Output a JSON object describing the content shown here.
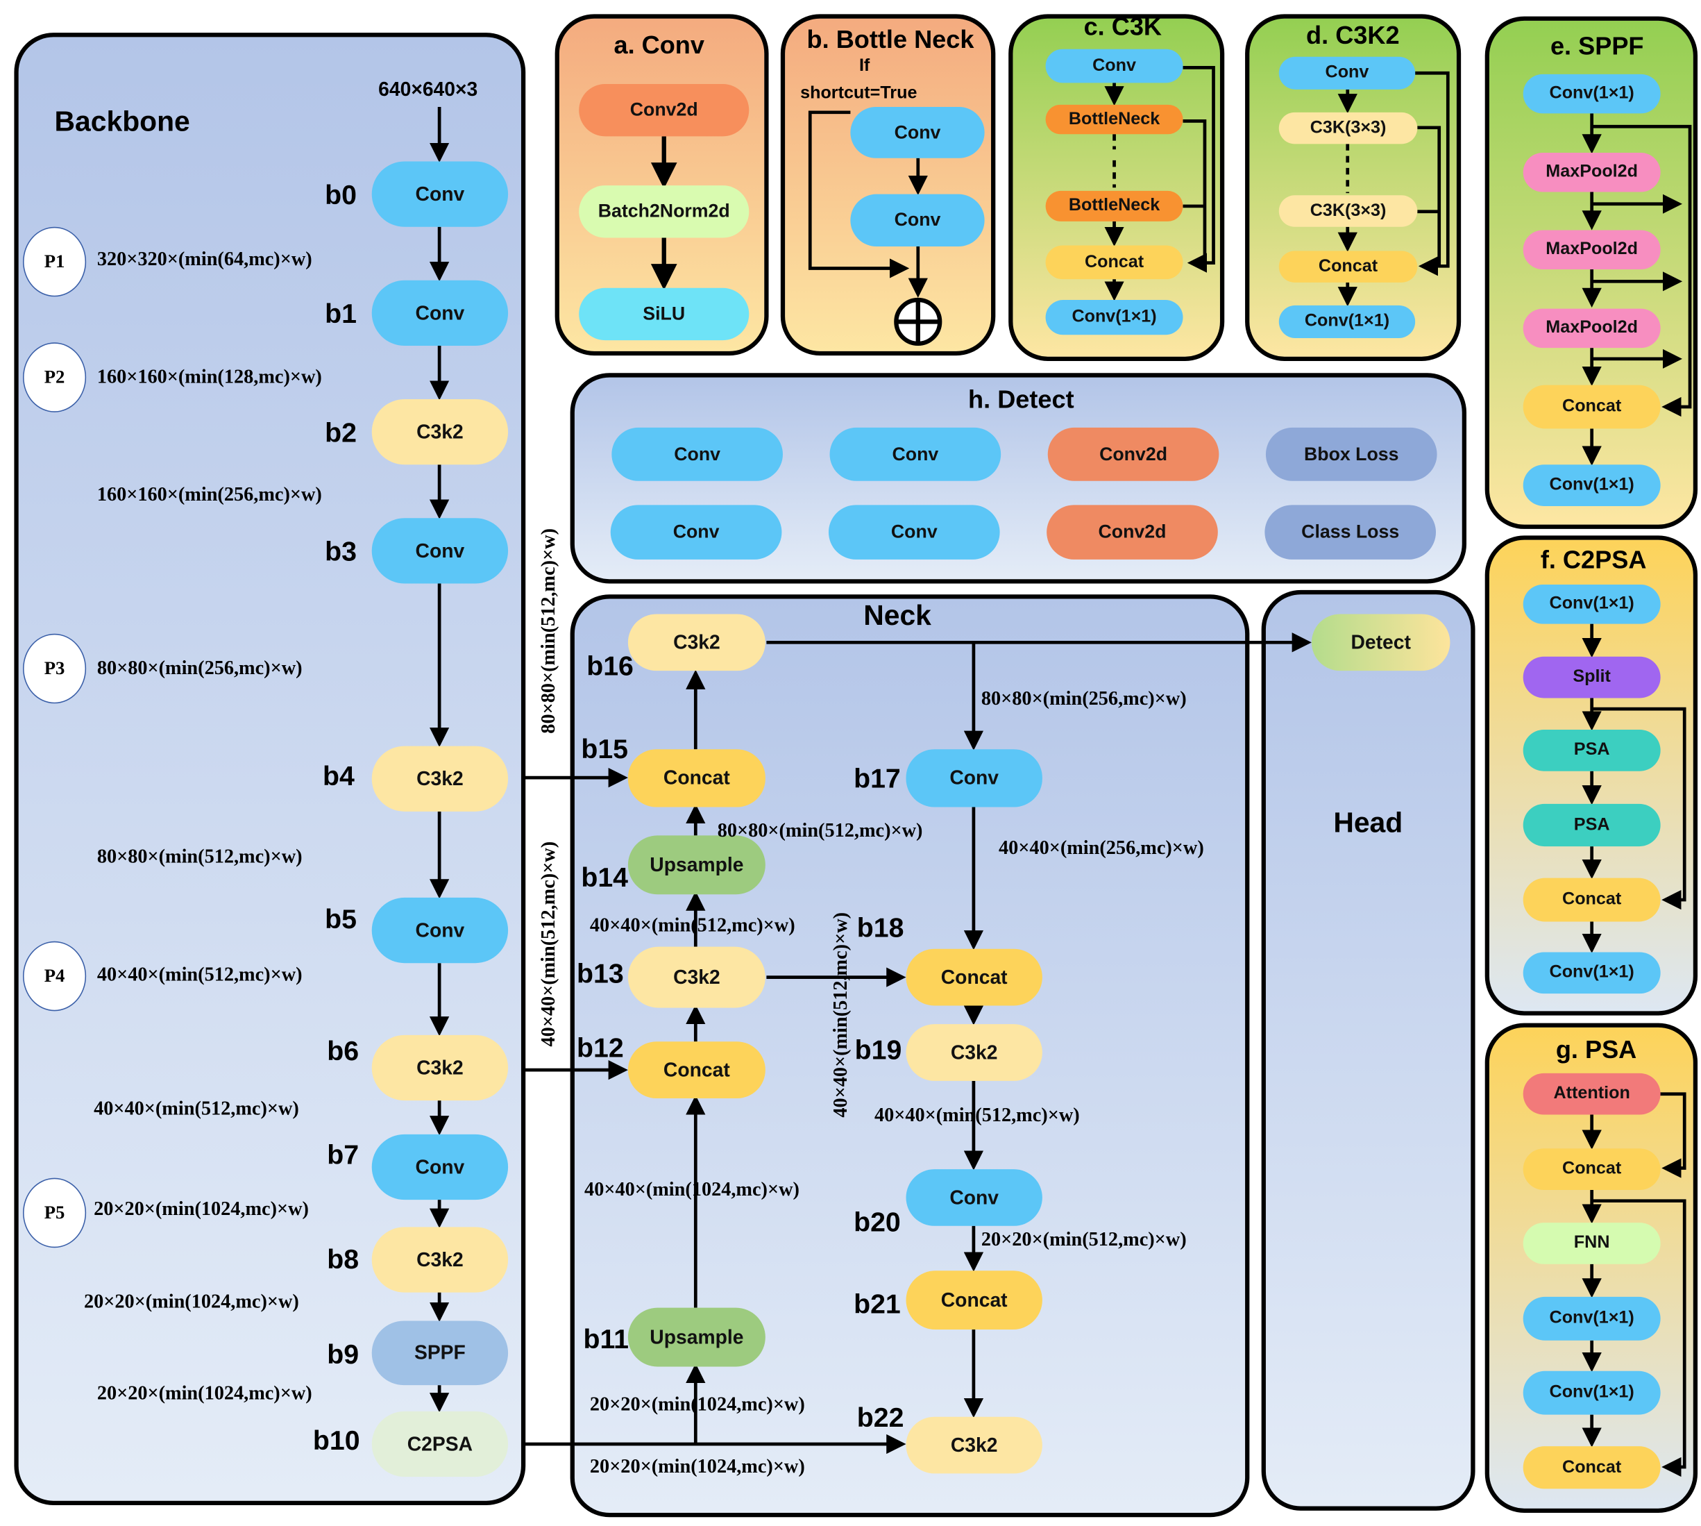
{
  "backbone": {
    "title": "Backbone",
    "input_size": "640×640×3",
    "blocks": [
      {
        "id": "b0",
        "label": "Conv",
        "color": "#5cc6f7"
      },
      {
        "id": "b1",
        "label": "Conv",
        "color": "#5cc6f7"
      },
      {
        "id": "b2",
        "label": "C3k2",
        "color": "#fde6a3"
      },
      {
        "id": "b3",
        "label": "Conv",
        "color": "#5cc6f7"
      },
      {
        "id": "b4",
        "label": "C3k2",
        "color": "#fde6a3"
      },
      {
        "id": "b5",
        "label": "Conv",
        "color": "#5cc6f7"
      },
      {
        "id": "b6",
        "label": "C3k2",
        "color": "#fde6a3"
      },
      {
        "id": "b7",
        "label": "Conv",
        "color": "#5cc6f7"
      },
      {
        "id": "b8",
        "label": "C3k2",
        "color": "#fde6a3"
      },
      {
        "id": "b9",
        "label": "SPPF",
        "color": "#9fc1e6"
      },
      {
        "id": "b10",
        "label": "C2PSA",
        "color": "#e2efd9"
      }
    ],
    "pyramid_levels": [
      "P1",
      "P2",
      "P3",
      "P4",
      "P5"
    ],
    "dims": [
      "320×320×(min(64,mc)×w)",
      "160×160×(min(128,mc)×w)",
      "160×160×(min(256,mc)×w)",
      "80×80×(min(256,mc)×w)",
      "80×80×(min(512,mc)×w)",
      "40×40×(min(512,mc)×w)",
      "40×40×(min(512,mc)×w)",
      "20×20×(min(1024,mc)×w)",
      "20×20×(min(1024,mc)×w)",
      "20×20×(min(1024,mc)×w)"
    ],
    "side_dims": [
      "80×80×(min(512,mc)×w)",
      "40×40×(min(512,mc)×w)"
    ]
  },
  "neck": {
    "title": "Neck",
    "blocks": {
      "b11": "Upsample",
      "b12": "Concat",
      "b13": "C3k2",
      "b14": "Upsample",
      "b15": "Concat",
      "b16": "C3k2",
      "b17": "Conv",
      "b18": "Concat",
      "b19": "C3k2",
      "b20": "Conv",
      "b21": "Concat",
      "b22": "C3k2"
    },
    "dims": {
      "d16": "80×80×(min(256,mc)×w)",
      "d14": "80×80×(min(512,mc)×w)",
      "d17": "40×40×(min(256,mc)×w)",
      "d13": "40×40×(min(512,mc)×w)",
      "d19": "40×40×(min(512,mc)×w)",
      "d11": "40×40×(min(1024,mc)×w)",
      "d20": "20×20×(min(512,mc)×w)",
      "d10a": "20×20×(min(1024,mc)×w)",
      "d10b": "20×20×(min(1024,mc)×w)",
      "vertical": "40×40×(min(512,mc)×w)"
    }
  },
  "head": {
    "title": "Head",
    "detect": "Detect"
  },
  "modules": {
    "conv": {
      "title": "a. Conv",
      "items": [
        "Conv2d",
        "Batch2Norm2d",
        "SiLU"
      ]
    },
    "bottleneck": {
      "title": "b. Bottle Neck",
      "condition_line1": "If",
      "condition_line2": "shortcut=True",
      "items": [
        "Conv",
        "Conv"
      ]
    },
    "c3k": {
      "title": "c. C3K",
      "items": [
        "Conv",
        "BottleNeck",
        "BottleNeck",
        "Concat",
        "Conv(1×1)"
      ]
    },
    "c3k2": {
      "title": "d. C3K2",
      "items": [
        "Conv",
        "C3K(3×3)",
        "C3K(3×3)",
        "Concat",
        "Conv(1×1)"
      ]
    },
    "sppf": {
      "title": "e. SPPF",
      "items": [
        "Conv(1×1)",
        "MaxPool2d",
        "MaxPool2d",
        "MaxPool2d",
        "Concat",
        "Conv(1×1)"
      ]
    },
    "c2psa": {
      "title": "f. C2PSA",
      "items": [
        "Conv(1×1)",
        "Split",
        "PSA",
        "PSA",
        "Concat",
        "Conv(1×1)"
      ]
    },
    "psa": {
      "title": "g. PSA",
      "items": [
        "Attention",
        "Concat",
        "FNN",
        "Conv(1×1)",
        "Conv(1×1)",
        "Concat"
      ]
    },
    "detect": {
      "title": "h. Detect",
      "row1": [
        "Conv",
        "Conv",
        "Conv2d",
        "Bbox Loss"
      ],
      "row2": [
        "Conv",
        "Conv",
        "Conv2d",
        "Class Loss"
      ]
    }
  },
  "colors": {
    "conv_blue": "#5cc6f7",
    "c3k2_yellow": "#fde6a3",
    "concat_gold": "#fdd35a",
    "upsample_green": "#9dcb7f",
    "conv2d_orange": "#ef8a62",
    "loss_blue": "#8ea8d8",
    "maxpool_pink": "#f78ec0",
    "split_purple": "#a066f0",
    "psa_teal": "#3ccfc0",
    "attention_red": "#f27a7a",
    "fnn_green": "#d5fbb0",
    "bottleneck_orange": "#f89231",
    "silu_cyan": "#6ee3f7",
    "batchnorm_green": "#d9fbb0"
  }
}
